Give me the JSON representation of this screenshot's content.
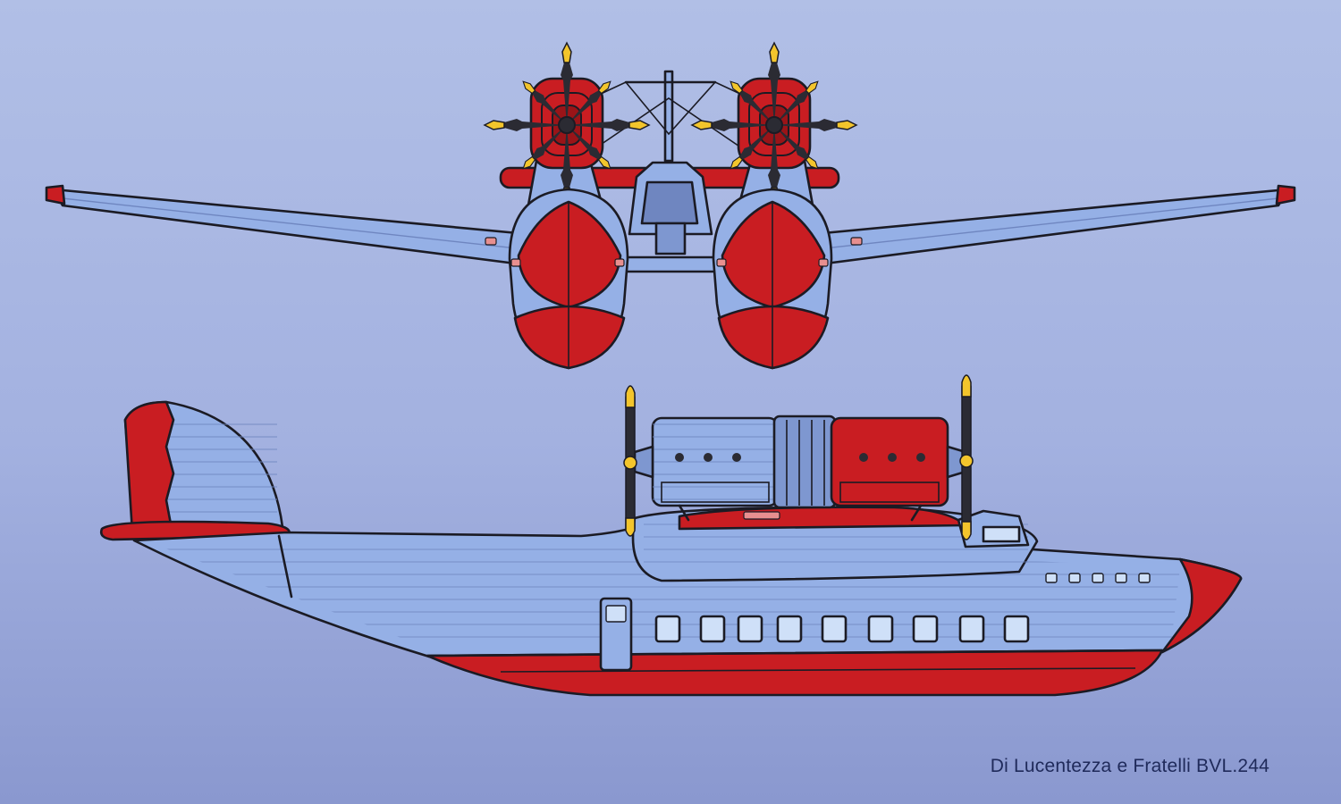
{
  "caption": "Di Lucentezza e Fratelli BVL.244",
  "colors": {
    "body": "#95b0e6",
    "body_shade": "#7e97d0",
    "red": "#c91d22",
    "red_dark": "#9a1418",
    "yellow": "#f3c52c",
    "ink": "#1b1b24"
  },
  "views": [
    "front-view",
    "side-view"
  ],
  "icons": [
    "propeller-icon",
    "engine-icon",
    "wing-icon",
    "hull-icon",
    "tail-icon"
  ]
}
